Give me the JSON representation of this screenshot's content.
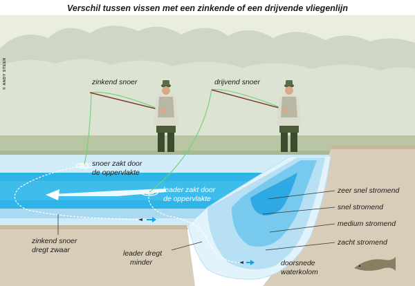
{
  "title": "Verschil tussen vissen met een zinkende of een drijvende vliegenlijn",
  "credit": "© ANDY STEER",
  "labels": {
    "sinking_line": "zinkend snoer",
    "floating_line": "drijvend snoer",
    "line_sinks_1": "snoer zakt door",
    "line_sinks_2": "de oppervlakte",
    "leader_sinks_1": "leader zakt door",
    "leader_sinks_2": "de oppervlakte",
    "sinking_drags_1": "zinkend snoer",
    "sinking_drags_2": "dregt zwaar",
    "leader_drags_1": "leader dregt",
    "leader_drags_2": "minder",
    "very_fast": "zeer snel stromend",
    "fast": "snel stromend",
    "medium": "medium stromend",
    "slow": "zacht stromend",
    "cross_section_1": "doorsnede",
    "cross_section_2": "waterkolom"
  },
  "colors": {
    "sky": "#e7ecde",
    "trees": "#cfd6c4",
    "bank": "#b9c7a3",
    "water_surface": "#bfe3f4",
    "current_fast": "#2db3e6",
    "earth": "#d6cbb7",
    "line": "#7cd67f",
    "arrow": "#1aa0e0"
  }
}
